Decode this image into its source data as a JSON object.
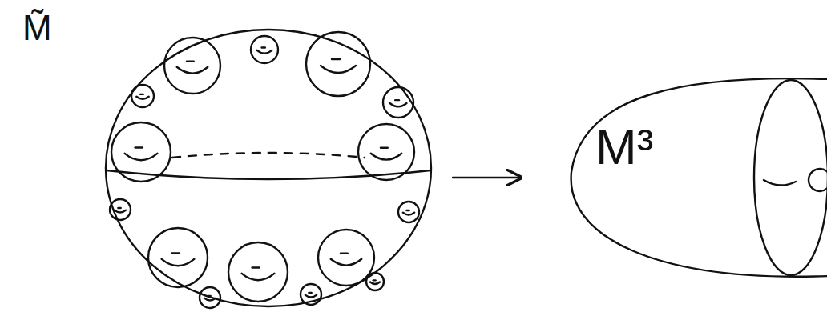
{
  "diagram": {
    "nodes": [
      {
        "text": [
          "M̃"
        ]
      },
      {
        "text": [
          "M³"
        ]
      }
    ],
    "edges": [
      {
        "from": 0,
        "to": 1,
        "arrow": "to"
      }
    ]
  }
}
